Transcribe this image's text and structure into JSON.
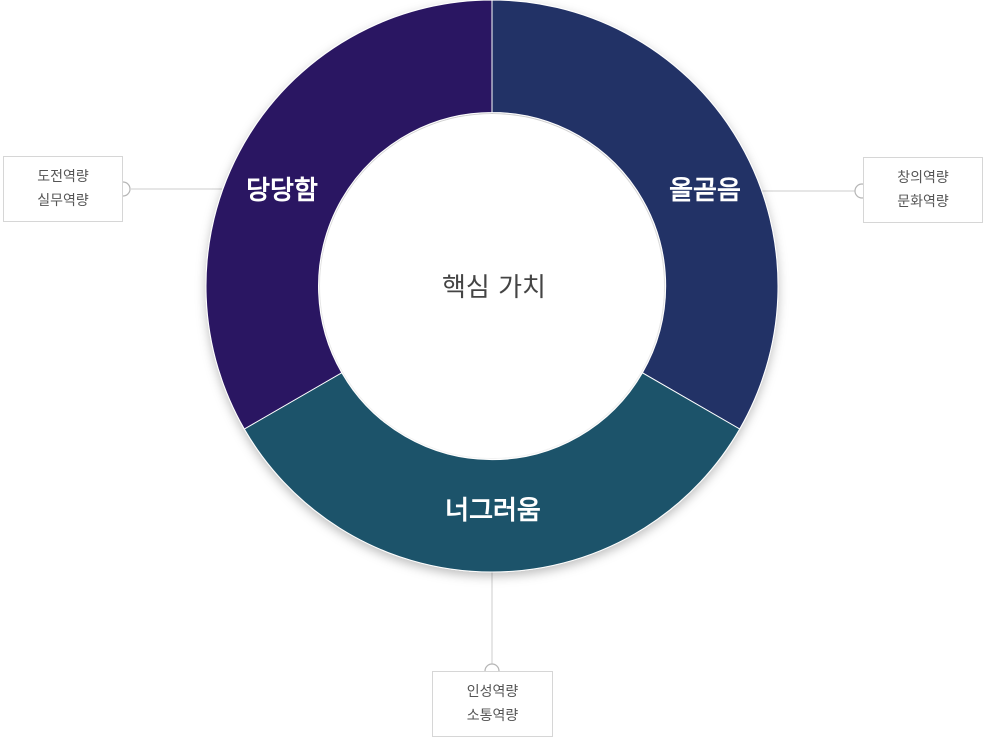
{
  "diagram": {
    "center_label": "핵심 가치",
    "segments": [
      {
        "label": "올곧음",
        "color": "#203066"
      },
      {
        "label": "너그러움",
        "color": "#1b536a"
      },
      {
        "label": "당당함",
        "color": "#2b1862"
      }
    ],
    "callouts": {
      "left": {
        "line1": "도전역량",
        "line2": "실무역량"
      },
      "right": {
        "line1": "창의역량",
        "line2": "문화역량"
      },
      "bottom": {
        "line1": "인성역량",
        "line2": "소통역량"
      }
    }
  }
}
